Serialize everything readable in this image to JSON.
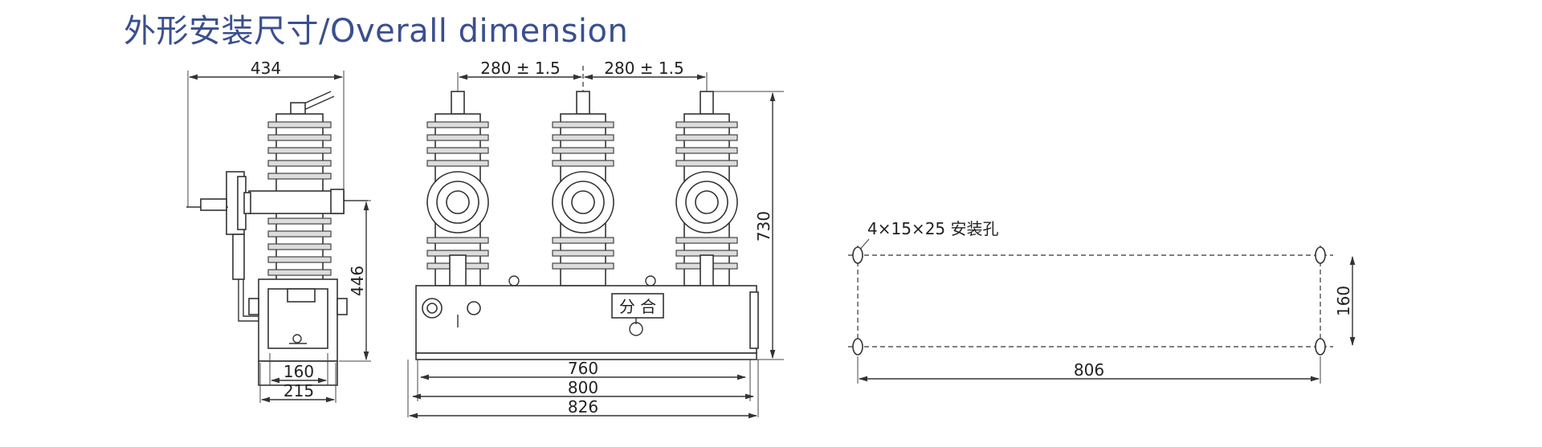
{
  "title": "外形安装尺寸/Overall dimension",
  "side_view": {
    "width_top": "434",
    "height": "446",
    "base_inner": "160",
    "base_outer": "215"
  },
  "front_view": {
    "pitch_left": "280 ± 1.5",
    "pitch_right": "280 ± 1.5",
    "height": "730",
    "width_760": "760",
    "width_800": "800",
    "width_826": "826",
    "operation_label": "分 合"
  },
  "mounting_view": {
    "hole_label": "4×15×25 安装孔",
    "height": "160",
    "length": "806"
  }
}
